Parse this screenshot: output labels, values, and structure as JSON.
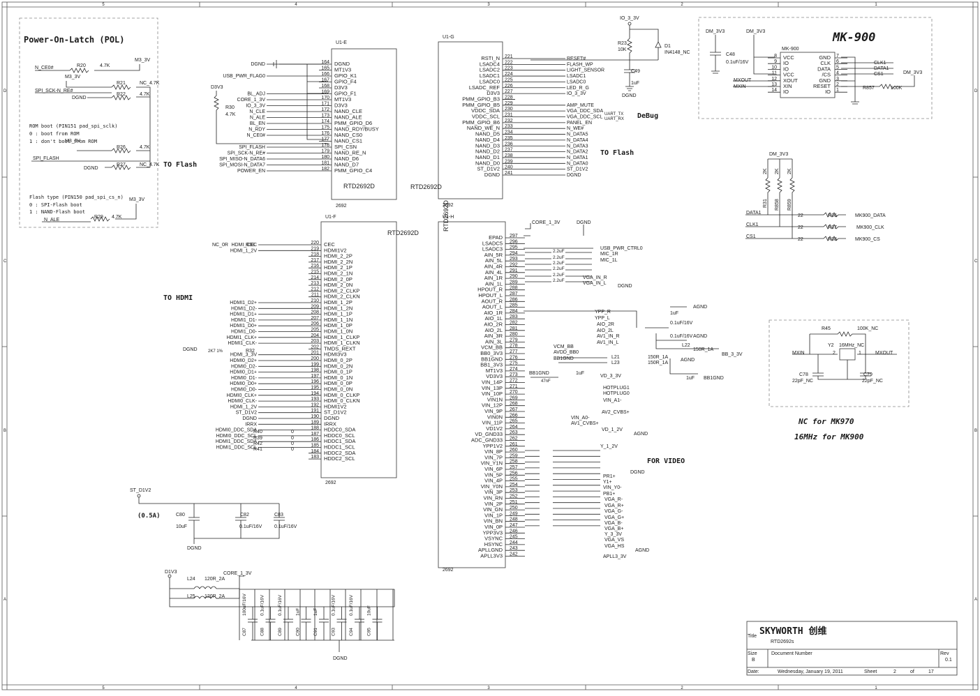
{
  "border": {
    "cols_top": [
      "5",
      "4",
      "3",
      "2",
      "1"
    ],
    "rows_side": [
      "D",
      "C",
      "B",
      "A"
    ]
  },
  "pol": {
    "title": "Power-On-Latch (POL)",
    "rom_notes": [
      "ROM boot (PIN151 pad_spi_sclk)",
      "0 : boot from ROM",
      "1 : don't boot from ROM"
    ],
    "flash_notes": [
      "Flash type (PIN150 pad_spi_cs_n)",
      "0 : SPI-Flash boot",
      "1 : NAND-Flash boot"
    ],
    "labels": [
      "N_CE0#",
      "R20",
      "4.7K",
      "M3_3V",
      "M3_3V",
      "R21",
      "NC_4.7K",
      "SPI_SCK-N_RE#",
      "DGND",
      "R22",
      "4.7K",
      "M3_3V",
      "R26",
      "4.7K",
      "SPI_FLASH",
      "DGND",
      "R27",
      "NC_4.7K",
      "M3_3V",
      "N_ALE",
      "R29",
      "4.7K"
    ],
    "to_flash": "TO Flash"
  },
  "u1e": {
    "ref": "U1-E",
    "part": "RTD2692D",
    "footer": "2692",
    "pins": [
      {
        "num": "164",
        "name": "DGND"
      },
      {
        "num": "165",
        "name": "MT1V3"
      },
      {
        "num": "166",
        "name": "GPIO_K1"
      },
      {
        "num": "167",
        "name": "GPIO_F4"
      },
      {
        "num": "168",
        "name": "D3V3"
      },
      {
        "num": "169",
        "name": "GPIO_F1"
      },
      {
        "num": "170",
        "name": "MT1V3"
      },
      {
        "num": "171",
        "name": "D3V3"
      },
      {
        "num": "172",
        "name": "NAND_CLE"
      },
      {
        "num": "173",
        "name": "NAND_ALE"
      },
      {
        "num": "174",
        "name": "PMM_GPIO_D6"
      },
      {
        "num": "175",
        "name": "NAND_RDY/BUSY"
      },
      {
        "num": "176",
        "name": "NAND_CS0"
      },
      {
        "num": "177",
        "name": "NAND_CS1"
      },
      {
        "num": "178",
        "name": "SPI_CSN"
      },
      {
        "num": "179",
        "name": "NAND_RE_N"
      },
      {
        "num": "180",
        "name": "NAND_D6"
      },
      {
        "num": "181",
        "name": "NAND_D7"
      },
      {
        "num": "182",
        "name": "PMM_GPIO_C4"
      }
    ],
    "nets": [
      "DGND",
      "",
      "USB_PWR_FLAG0",
      "",
      "",
      "BL_ADJ",
      "CORE_1_3V",
      "IO_3_3V",
      "N_CLE",
      "N_ALE",
      "BL_EN",
      "N_RDY",
      "N_CE0#",
      "",
      "SPI_FLASH",
      "SPI_SCK-N_RE#",
      "SPI_MISO-N_DATA6",
      "SPI_MOSI-N_DATA7",
      "POWER_EN"
    ],
    "extra": [
      "D3V3",
      "R30",
      "4.7K"
    ]
  },
  "u1g": {
    "ref": "U1-G",
    "part": "RTD2692D",
    "footer": "2692",
    "pins": [
      {
        "num": "221",
        "name": "RSTI_N"
      },
      {
        "num": "222",
        "name": "LSADC4"
      },
      {
        "num": "223",
        "name": "LSADC2"
      },
      {
        "num": "224",
        "name": "LSADC1"
      },
      {
        "num": "225",
        "name": "LSADC0"
      },
      {
        "num": "226",
        "name": "LSADC_REF"
      },
      {
        "num": "227",
        "name": "D3V3"
      },
      {
        "num": "228",
        "name": "PMM_GPIO_B3"
      },
      {
        "num": "229",
        "name": "PMM_GPIO_B5"
      },
      {
        "num": "230",
        "name": "VDDC_SDA"
      },
      {
        "num": "231",
        "name": "VDDC_SCL"
      },
      {
        "num": "232",
        "name": "PMM_GPIO_B6"
      },
      {
        "num": "233",
        "name": "NAND_WE_N"
      },
      {
        "num": "234",
        "name": "NAND_D5"
      },
      {
        "num": "235",
        "name": "NAND_D4"
      },
      {
        "num": "236",
        "name": "NAND_D3"
      },
      {
        "num": "237",
        "name": "NAND_D2"
      },
      {
        "num": "238",
        "name": "NAND_D1"
      },
      {
        "num": "239",
        "name": "NAND_D0"
      },
      {
        "num": "240",
        "name": "ST_D1V2"
      },
      {
        "num": "241",
        "name": "DGND"
      }
    ],
    "nets": [
      "RESET#",
      "FLASH_WP",
      "LIGHT_SENSOR",
      "LSADC1",
      "LSADC0",
      "LED_R_G",
      "IO_3_3V",
      "",
      "AMP_MUTE",
      "VGA_DDC_SDA",
      "VGA_DDC_SCL",
      "PANEL_EN",
      "N_WE#",
      "N_DATA5",
      "N_DATA4",
      "N_DATA3",
      "N_DATA2",
      "N_DATA1",
      "N_DATA0",
      "ST_D1V2",
      "DGND"
    ],
    "debug": "DeBug",
    "uart": [
      "UART_TX",
      "UART_RX"
    ],
    "to_flash": "TO Flash"
  },
  "io3v3": {
    "labels": [
      "IO_3_3V",
      "R23",
      "10K",
      "D1",
      "IN4148_NC",
      "C49",
      "1uF",
      "DGND"
    ]
  },
  "mk900": {
    "title": "MK-900",
    "part": "MK-900",
    "left_pins": [
      {
        "num": "8",
        "name": "VCC"
      },
      {
        "num": "9",
        "name": "IO"
      },
      {
        "num": "10",
        "name": "IO"
      },
      {
        "num": "11",
        "name": "VCC"
      },
      {
        "num": "12",
        "name": "XOUT"
      },
      {
        "num": "13",
        "name": "XIN"
      },
      {
        "num": "14",
        "name": "IO"
      }
    ],
    "right_pins": [
      {
        "num": "7",
        "name": "GND"
      },
      {
        "num": "6",
        "name": "CLK"
      },
      {
        "num": "5",
        "name": "DATA"
      },
      {
        "num": "4",
        "name": "/CS"
      },
      {
        "num": "3",
        "name": "GND"
      },
      {
        "num": "2",
        "name": "RESET"
      },
      {
        "num": "1",
        "name": "IO"
      }
    ],
    "labels": [
      "DM_3V3",
      "DM_3V3",
      "C48",
      "0.1uF/16V",
      "MXOUT",
      "MXIN",
      "CLK1",
      "DATA1",
      "CS1",
      "DM_3V3",
      "R857",
      "100K"
    ]
  },
  "mk_res": {
    "labels": [
      "DM_3V3",
      "2K",
      "2K",
      "2K",
      "R31",
      "R858",
      "R859",
      "DATA1",
      "CLK1",
      "CS1",
      "22",
      "R36",
      "MK900_DATA",
      "22",
      "R37",
      "MK900_CLK",
      "22",
      "R38",
      "MK900_CS"
    ]
  },
  "crystal": {
    "labels": [
      "R45",
      "100K_NC",
      "Y2",
      "16MHz_NC",
      "MXIN",
      "2",
      "1",
      "MXOUT",
      "C78",
      "22pF_NC",
      "C79",
      "22pF_NC"
    ],
    "note1": "NC for MK970",
    "note2": "16MHz for MK900"
  },
  "u1f": {
    "ref": "U1-F",
    "part": "RTD2692D",
    "footer": "2692",
    "pins": [
      {
        "num": "220",
        "name": "CEC"
      },
      {
        "num": "219",
        "name": "HDMI1V2"
      },
      {
        "num": "218",
        "name": "HDMI_2_2P"
      },
      {
        "num": "217",
        "name": "HDMI_2_2N"
      },
      {
        "num": "216",
        "name": "HDMI_2_1P"
      },
      {
        "num": "215",
        "name": "HDMI_2_1N"
      },
      {
        "num": "214",
        "name": "HDMI_2_0P"
      },
      {
        "num": "213",
        "name": "HDMI_2_0N"
      },
      {
        "num": "212",
        "name": "HDMI_2_CLKP"
      },
      {
        "num": "211",
        "name": "HDMI_2_CLKN"
      },
      {
        "num": "210",
        "name": "HDMI_1_2P"
      },
      {
        "num": "209",
        "name": "HDMI_1_2N"
      },
      {
        "num": "208",
        "name": "HDMI_1_1P"
      },
      {
        "num": "207",
        "name": "HDMI_1_1N"
      },
      {
        "num": "206",
        "name": "HDMI_1_0P"
      },
      {
        "num": "205",
        "name": "HDMI_1_0N"
      },
      {
        "num": "204",
        "name": "HDMI_1_CLKP"
      },
      {
        "num": "203",
        "name": "HDMI_1_CLKN"
      },
      {
        "num": "202",
        "name": "TMDS_REXT"
      },
      {
        "num": "201",
        "name": "HDMI3V3"
      },
      {
        "num": "200",
        "name": "HDMI_0_2P"
      },
      {
        "num": "199",
        "name": "HDMI_0_2N"
      },
      {
        "num": "198",
        "name": "HDMI_0_1P"
      },
      {
        "num": "197",
        "name": "HDMI_0_1N"
      },
      {
        "num": "196",
        "name": "HDMI_0_0P"
      },
      {
        "num": "195",
        "name": "HDMI_0_0N"
      },
      {
        "num": "194",
        "name": "HDMI_0_CLKP"
      },
      {
        "num": "193",
        "name": "HDMI_0_CLKN"
      },
      {
        "num": "192",
        "name": "HDMI1V2"
      },
      {
        "num": "191",
        "name": "ST_D1V2"
      },
      {
        "num": "190",
        "name": "DGND"
      },
      {
        "num": "189",
        "name": "IRRX"
      },
      {
        "num": "188",
        "name": "HDDC0_SDA"
      },
      {
        "num": "187",
        "name": "HDDC0_SCL"
      },
      {
        "num": "186",
        "name": "HDDC1_SDA"
      },
      {
        "num": "185",
        "name": "HDDC1_SCL"
      },
      {
        "num": "184",
        "name": "HDDC2_SDA"
      },
      {
        "num": "183",
        "name": "HDDC2_SCL"
      }
    ],
    "nets": [
      "HDMI_CEC",
      "HDMI_1_2V",
      "",
      "",
      "",
      "",
      "",
      "",
      "",
      "",
      "HDMI1_D2+",
      "HDMI1_D2-",
      "HDMI1_D1+",
      "HDMI1_D1-",
      "HDMI1_D0+",
      "HDMI1_D0-",
      "HDMI1_CLK+",
      "HDMI1_CLK-",
      "",
      "HDMI_3_3V",
      "HDMI0_D2+",
      "HDMI0_D2-",
      "HDMI0_D1+",
      "HDMI0_D1-",
      "HDMI0_D0+",
      "HDMI0_D0-",
      "HDMI0_CLK+",
      "HDMI0_CLK-",
      "HDMI_1_2V",
      "ST_D1V2",
      "DGND",
      "IRRX",
      "HDMI0_DDC_SDA",
      "HDMI0_DDC_SCL",
      "HDMI1_DDC_SDA",
      "HDMI1_DDC_SCL",
      "",
      ""
    ],
    "to_hdmi": "TO HDMI",
    "extra": [
      "NC_0R",
      "R33",
      "DGND",
      "2K7 1%",
      "R32",
      "R40",
      "R39",
      "R42",
      "R41",
      "0",
      "0",
      "0",
      "0"
    ]
  },
  "u1h": {
    "ref": "U1-H",
    "part": "RTD2692D",
    "footer": "2692",
    "pins": [
      {
        "num": "297",
        "name": "EPAD"
      },
      {
        "num": "296",
        "name": "LSADC5"
      },
      {
        "num": "295",
        "name": "LSADC3"
      },
      {
        "num": "294",
        "name": "AIN_5R"
      },
      {
        "num": "293",
        "name": "AIN_5L"
      },
      {
        "num": "292",
        "name": "AIN_4R"
      },
      {
        "num": "291",
        "name": "AIN_4L"
      },
      {
        "num": "290",
        "name": "AIN_1R"
      },
      {
        "num": "289",
        "name": "AIN_1L"
      },
      {
        "num": "288",
        "name": "HPOUT_R"
      },
      {
        "num": "287",
        "name": "HPOUT_L"
      },
      {
        "num": "286",
        "name": "AOUT_R"
      },
      {
        "num": "285",
        "name": "AOUT_L"
      },
      {
        "num": "284",
        "name": "AIO_1R"
      },
      {
        "num": "283",
        "name": "AIO_1L"
      },
      {
        "num": "282",
        "name": "AIO_2R"
      },
      {
        "num": "281",
        "name": "AIO_2L"
      },
      {
        "num": "280",
        "name": "AIN_3R"
      },
      {
        "num": "279",
        "name": "AIN_3L"
      },
      {
        "num": "278",
        "name": "VCM_BB"
      },
      {
        "num": "277",
        "name": "BB0_3V3"
      },
      {
        "num": "276",
        "name": "BB1GND"
      },
      {
        "num": "275",
        "name": "BB1_3V3"
      },
      {
        "num": "274",
        "name": "MT1V3"
      },
      {
        "num": "273",
        "name": "VD3V3"
      },
      {
        "num": "272",
        "name": "VIN_14P"
      },
      {
        "num": "271",
        "name": "VIN_13P"
      },
      {
        "num": "270",
        "name": "VIN_10P"
      },
      {
        "num": "269",
        "name": "VIN1N"
      },
      {
        "num": "268",
        "name": "VIN_12P"
      },
      {
        "num": "267",
        "name": "VIN_9P"
      },
      {
        "num": "266",
        "name": "VIN0N"
      },
      {
        "num": "265",
        "name": "VIN_11P"
      },
      {
        "num": "264",
        "name": "VD1V2"
      },
      {
        "num": "263",
        "name": "VD_GND33"
      },
      {
        "num": "262",
        "name": "ADC_GND33"
      },
      {
        "num": "261",
        "name": "YPP1V2"
      },
      {
        "num": "260",
        "name": "VIN_8P"
      },
      {
        "num": "259",
        "name": "VIN_7P"
      },
      {
        "num": "258",
        "name": "VIN_Y1N"
      },
      {
        "num": "257",
        "name": "VIN_6P"
      },
      {
        "num": "256",
        "name": "VIN_5P"
      },
      {
        "num": "255",
        "name": "VIN_4P"
      },
      {
        "num": "254",
        "name": "VIN_Y0N"
      },
      {
        "num": "253",
        "name": "VIN_3P"
      },
      {
        "num": "252",
        "name": "VIN_RN"
      },
      {
        "num": "251",
        "name": "VIN_2P"
      },
      {
        "num": "250",
        "name": "VIN_GN"
      },
      {
        "num": "249",
        "name": "VIN_1P"
      },
      {
        "num": "248",
        "name": "VIN_BN"
      },
      {
        "num": "247",
        "name": "VIN_0P"
      },
      {
        "num": "246",
        "name": "YPP3V3"
      },
      {
        "num": "245",
        "name": "VSYNC"
      },
      {
        "num": "244",
        "name": "HSYNC"
      },
      {
        "num": "243",
        "name": "APLLGND"
      },
      {
        "num": "242",
        "name": "APLL3V3"
      }
    ],
    "caps": [
      "2.2uF",
      "2.2uF",
      "2.2uF",
      "2.2uF",
      "2.2uF",
      "2.2uF"
    ],
    "nets": [
      "USB_PWR_CTRL0",
      "MIC_1R",
      "MIC_1L",
      "VGA_IN_R",
      "VGA_IN_L",
      "DGND",
      "YPP_R",
      "YPP_L",
      "AIO_2R",
      "AIO_2L",
      "AV1_IN_R",
      "AV1_IN_L",
      "VCM_BB",
      "AVDD_BB0",
      "BB1GND",
      "VD_3_3V",
      "HOTPLUG1",
      "HOTPLUG0",
      "VIN_A1-",
      "AV2_CVBS+",
      "VIN_A0-",
      "AV1_CVBS+",
      "VD_1_2V",
      "AGND",
      "Y_1_2V",
      "DGND",
      "PR1+",
      "Y1+",
      "VIN_Y0-",
      "PB1+",
      "VGA_R-",
      "VGA_R+",
      "VGA_G-",
      "VGA_G+",
      "VGA_B-",
      "VGA_B+",
      "Y_3_3V",
      "VGA_VS",
      "VGA_HS",
      "AGND",
      "APLL3_3V"
    ],
    "for_video": "FOR VIDEO",
    "extra": [
      "CORE_1_3V",
      "DGND",
      "1uF",
      "0.1uF/16V",
      "AGND",
      "0.1uF/16V",
      "AGND",
      "L22",
      "150R_1A",
      "BB_3_3V",
      "L21",
      "150R_1A",
      "L23",
      "150R_1A",
      "AGND",
      "1uF",
      "BB1GND",
      "BB1GND",
      "1uF",
      "47nF"
    ]
  },
  "st_caps": {
    "labels": [
      "ST_D1V2",
      "(0.5A)",
      "C80",
      "10uF",
      "C82",
      "0.1uF/16V",
      "C83",
      "0.1uF/16V",
      "DGND"
    ]
  },
  "d1v3_caps": {
    "labels": [
      "D1V3",
      "CORE_1_3V",
      "L24",
      "120R_2A",
      "L25",
      "120R_2A",
      "DGND"
    ],
    "caps": [
      {
        "ref": "C87",
        "val": "100uF/16V"
      },
      {
        "ref": "C88",
        "val": "0.1uF/16V"
      },
      {
        "ref": "C89",
        "val": "0.1uF/16V"
      },
      {
        "ref": "C90",
        "val": "1uF"
      },
      {
        "ref": "C91",
        "val": "1uF"
      },
      {
        "ref": "C93",
        "val": "0.1uF/16V"
      },
      {
        "ref": "C94",
        "val": "0.1uF/16V"
      },
      {
        "ref": "C95",
        "val": "10uF"
      }
    ]
  },
  "title_block": {
    "label_title": "Title",
    "company": "SKYWORTH 创维",
    "title": "RTD2692s",
    "label_size": "Size",
    "size": "B",
    "label_doc": "Document Number",
    "label_rev": "Rev",
    "rev": "0.1",
    "label_date": "Date:",
    "date": "Wednesday, January 19, 2011",
    "label_sheet": "Sheet",
    "sheet": "2",
    "label_of": "of",
    "total": "17"
  }
}
